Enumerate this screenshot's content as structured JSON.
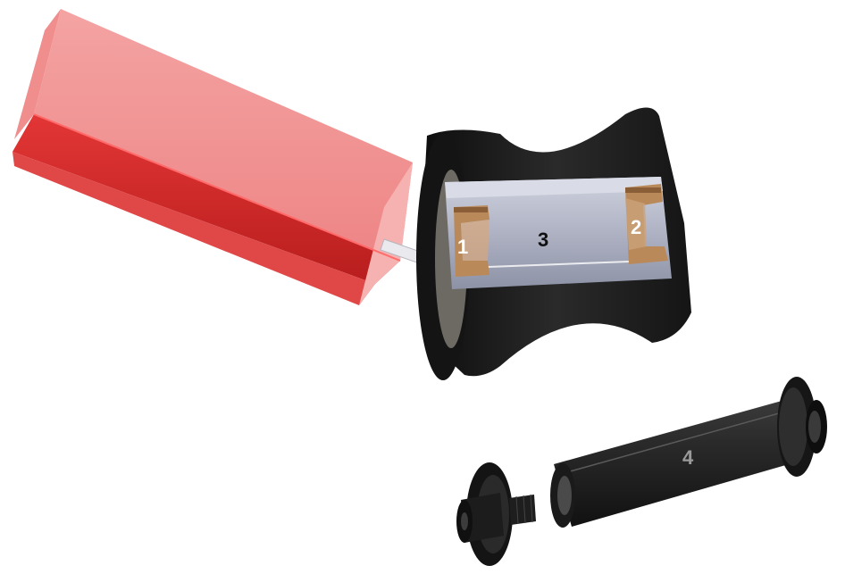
{
  "labels": {
    "part_1": "1",
    "part_2": "2",
    "part_3": "3",
    "part_4": "4"
  },
  "colors": {
    "grease_gun": "#ef8a8a",
    "grease_gun_dark": "#d42a2a",
    "roller_body": "#1e1e1e",
    "bore": "#b8bccb",
    "bushing": "#b9895a",
    "axle": "#222222",
    "label_light": "#ffffff",
    "label_dark": "#111111"
  }
}
